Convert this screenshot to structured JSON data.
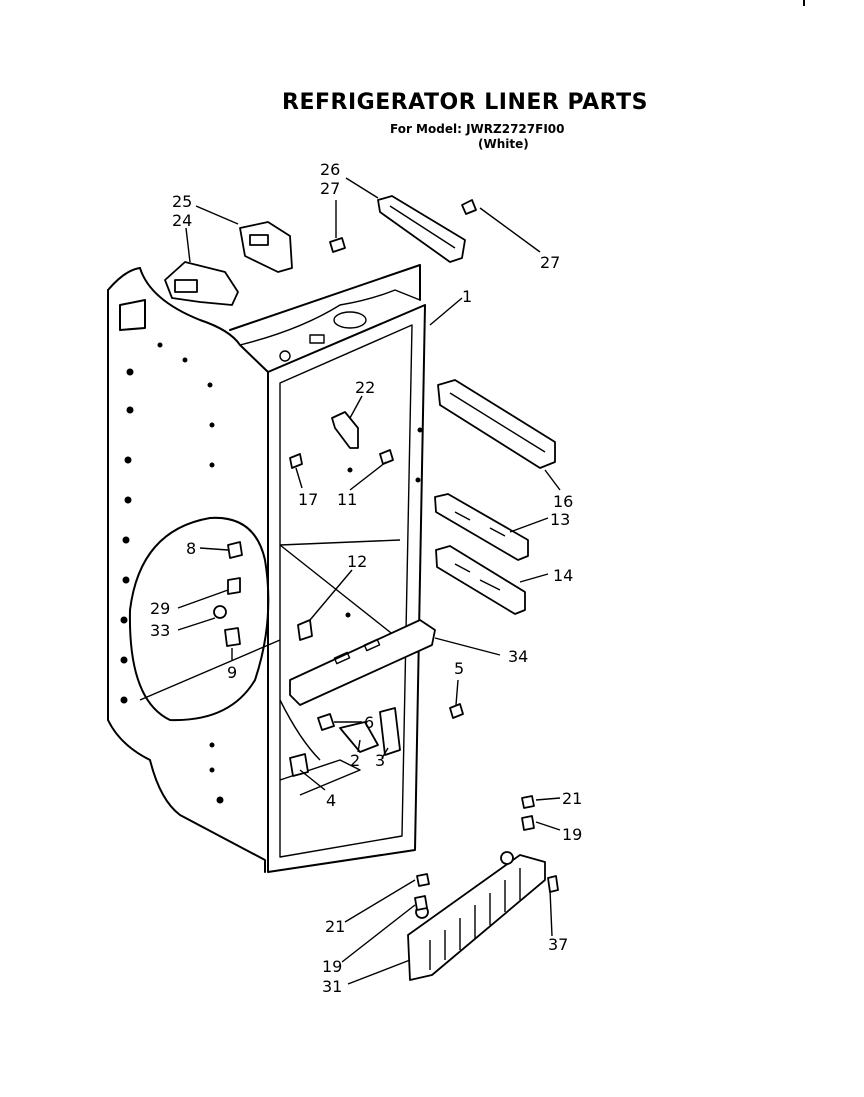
{
  "title": "REFRIGERATOR LINER PARTS",
  "subtitle": {
    "model_prefix": "For Model:",
    "model": "JWRZ2727FI00",
    "color": "(White)"
  },
  "callouts": [
    {
      "id": "c26",
      "label": "26"
    },
    {
      "id": "c27a",
      "label": "27"
    },
    {
      "id": "c27b",
      "label": "27"
    },
    {
      "id": "c25",
      "label": "25"
    },
    {
      "id": "c24",
      "label": "24"
    },
    {
      "id": "c1",
      "label": "1"
    },
    {
      "id": "c22",
      "label": "22"
    },
    {
      "id": "c17",
      "label": "17"
    },
    {
      "id": "c11",
      "label": "11"
    },
    {
      "id": "c16",
      "label": "16"
    },
    {
      "id": "c13",
      "label": "13"
    },
    {
      "id": "c14",
      "label": "14"
    },
    {
      "id": "c12",
      "label": "12"
    },
    {
      "id": "c8",
      "label": "8"
    },
    {
      "id": "c29",
      "label": "29"
    },
    {
      "id": "c33",
      "label": "33"
    },
    {
      "id": "c9",
      "label": "9"
    },
    {
      "id": "c34",
      "label": "34"
    },
    {
      "id": "c5",
      "label": "5"
    },
    {
      "id": "c6",
      "label": "6"
    },
    {
      "id": "c2",
      "label": "2"
    },
    {
      "id": "c3",
      "label": "3"
    },
    {
      "id": "c4",
      "label": "4"
    },
    {
      "id": "c21a",
      "label": "21"
    },
    {
      "id": "c19a",
      "label": "19"
    },
    {
      "id": "c21b",
      "label": "21"
    },
    {
      "id": "c37",
      "label": "37"
    },
    {
      "id": "c19b",
      "label": "19"
    },
    {
      "id": "c31",
      "label": "31"
    }
  ]
}
